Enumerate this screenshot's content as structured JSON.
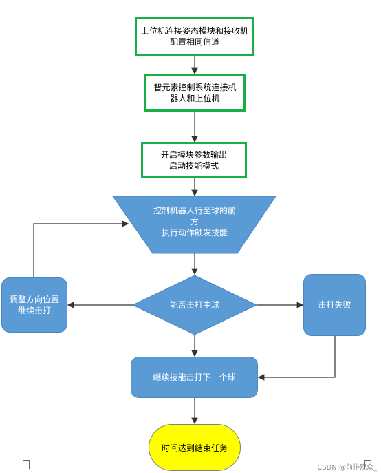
{
  "steps": {
    "s1": {
      "line1": "上位机连接姿态模块和接收机",
      "line2": "配置相同信道"
    },
    "s2": {
      "line1": "智元素控制系统连接机",
      "line2": "器人和上位机"
    },
    "s3": {
      "line1": "开启模块参数输出",
      "line2": "启动技能模式"
    },
    "trap": {
      "line1": "控制机器人行至球的前",
      "line2": "方",
      "line3": "执行动作触发技能"
    },
    "decision": "能否击打中球",
    "left": {
      "line1": "调整方向位置",
      "line2": "继续击打"
    },
    "right": "击打失败",
    "next": "继续技能击打下一个球",
    "end": "时间达到结束任务"
  },
  "colors": {
    "green_border": "#1aae4a",
    "blue": "#5b9bd5",
    "terminal": "#ffff00"
  },
  "watermark": "CSDN @前排观众_"
}
